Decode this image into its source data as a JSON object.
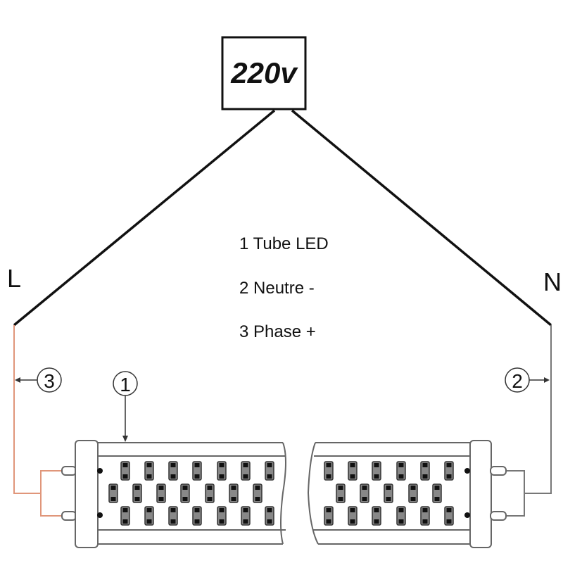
{
  "supply": {
    "voltage_label": "220v"
  },
  "terminals": {
    "line": "L",
    "neutral": "N"
  },
  "legend": [
    "1 Tube LED",
    "2 Neutre -",
    "3 Phase +"
  ],
  "callouts": {
    "tube": "1",
    "neutral": "2",
    "phase": "3"
  },
  "colors": {
    "wire": "#111111",
    "phase_wire": "#e0967a",
    "tube_outline": "#555555"
  }
}
